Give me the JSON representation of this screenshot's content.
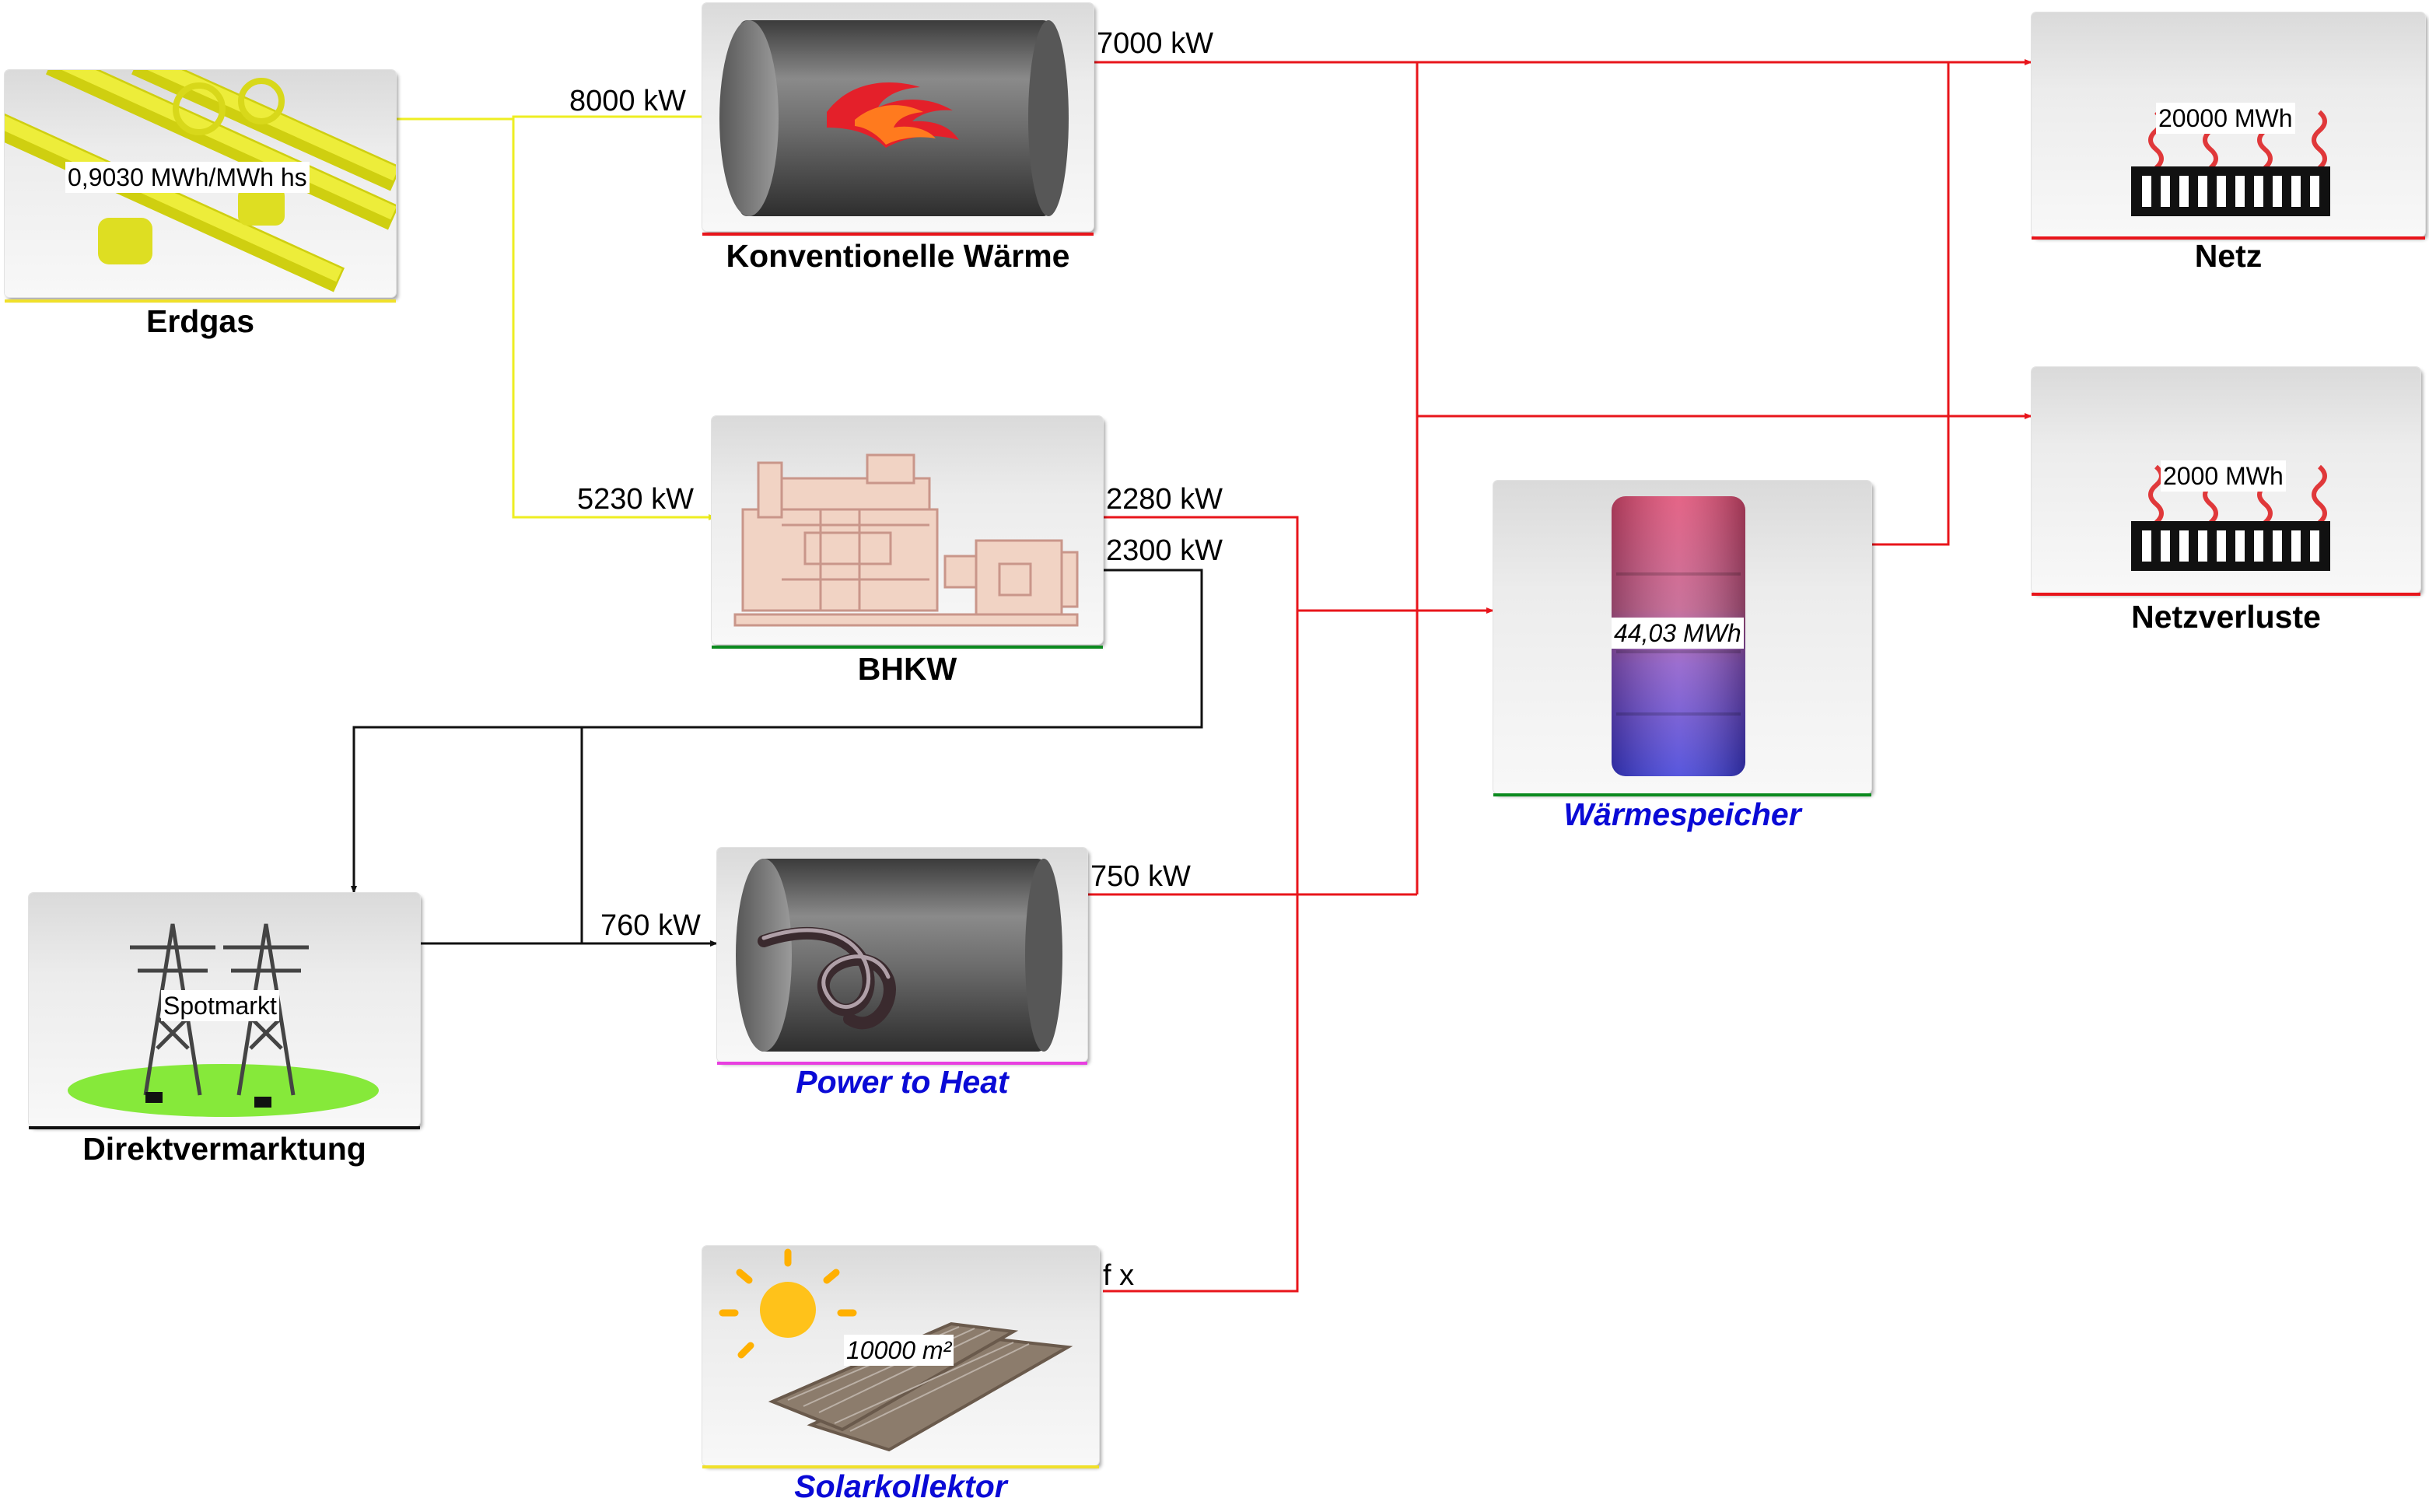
{
  "colors": {
    "gas": "#eeee22",
    "heat": "#e8151b",
    "power": "#111111",
    "green": "#0b8a1e",
    "magenta": "#e83fe0",
    "yellow": "#f0e02a",
    "blue_title": "#0a0ad6"
  },
  "nodes": {
    "erdgas": {
      "title": "Erdgas",
      "value": "0,9030 MWh/MWh hs",
      "icon": "gas-pipeline-icon"
    },
    "konventionell": {
      "title": "Konventionelle Wärme",
      "icon": "gas-boiler-icon"
    },
    "bhkw": {
      "title": "BHKW",
      "icon": "chp-engine-icon"
    },
    "netz": {
      "title": "Netz",
      "value": "20000 MWh",
      "icon": "heat-radiator-icon"
    },
    "netzverluste": {
      "title": "Netzverluste",
      "value": "2000 MWh",
      "icon": "heat-radiator-icon"
    },
    "waermespeicher": {
      "title": "Wärmespeicher",
      "value": "44,03 MWh",
      "icon": "heat-storage-tank-icon"
    },
    "direktvermarktung": {
      "title": "Direktvermarktung",
      "value": "Spotmarkt",
      "icon": "power-pylon-icon"
    },
    "powertoheat": {
      "title": "Power to Heat",
      "icon": "heating-coil-icon"
    },
    "solarkollektor": {
      "title": "Solarkollektor",
      "value": "10000 m²",
      "icon": "solar-collector-icon"
    }
  },
  "flows": {
    "gas_to_boiler": "8000 kW",
    "gas_to_bhkw": "5230 kW",
    "boiler_heat": "7000 kW",
    "bhkw_heat": "2280 kW",
    "bhkw_power": "2300 kW",
    "p2h_power": "760 kW",
    "p2h_heat": "750 kW",
    "solar_heat": "f x"
  }
}
